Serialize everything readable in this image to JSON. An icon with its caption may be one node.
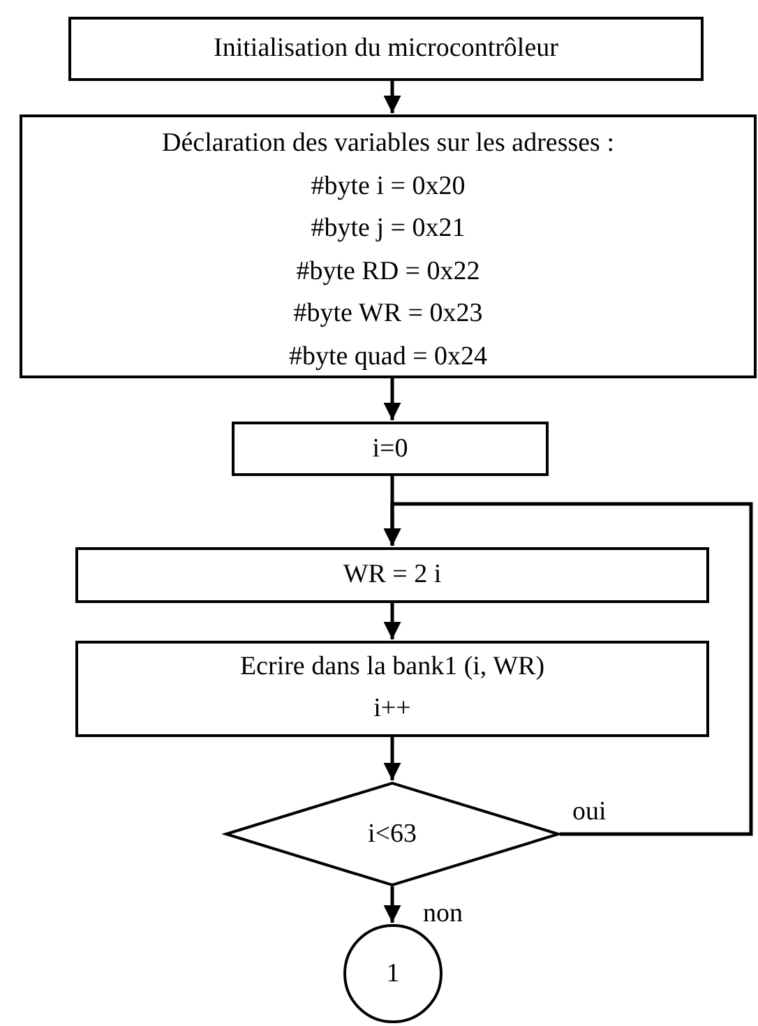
{
  "diagram": {
    "nodes": [
      {
        "text": [
          "Initialisation du microcontrôleur"
        ]
      },
      {
        "text": [
          "Déclaration des variables sur les adresses :",
          "#byte i = 0x20",
          "#byte j = 0x21",
          "#byte RD = 0x22",
          "#byte WR = 0x23",
          "#byte quad = 0x24"
        ]
      },
      {
        "text": [
          "i=0"
        ]
      },
      {
        "text": [
          "WR = 2 i"
        ]
      },
      {
        "text": [
          "Ecrire dans la bank1 (i, WR)",
          "i++"
        ]
      },
      {
        "text": [
          "i<63"
        ]
      },
      {
        "text": [
          "1"
        ]
      }
    ],
    "edges": [
      {
        "from": 0,
        "to": 1,
        "arrow": "to"
      },
      {
        "from": 1,
        "to": 2,
        "arrow": "to"
      },
      {
        "from": 2,
        "to": 3,
        "arrow": "to"
      },
      {
        "from": 3,
        "to": 4,
        "arrow": "to"
      },
      {
        "from": 4,
        "to": 5,
        "arrow": "to"
      },
      {
        "from": 5,
        "to": 3,
        "arrow": "to",
        "label": "oui"
      },
      {
        "from": 5,
        "to": 6,
        "arrow": "to",
        "label": "non"
      }
    ]
  }
}
